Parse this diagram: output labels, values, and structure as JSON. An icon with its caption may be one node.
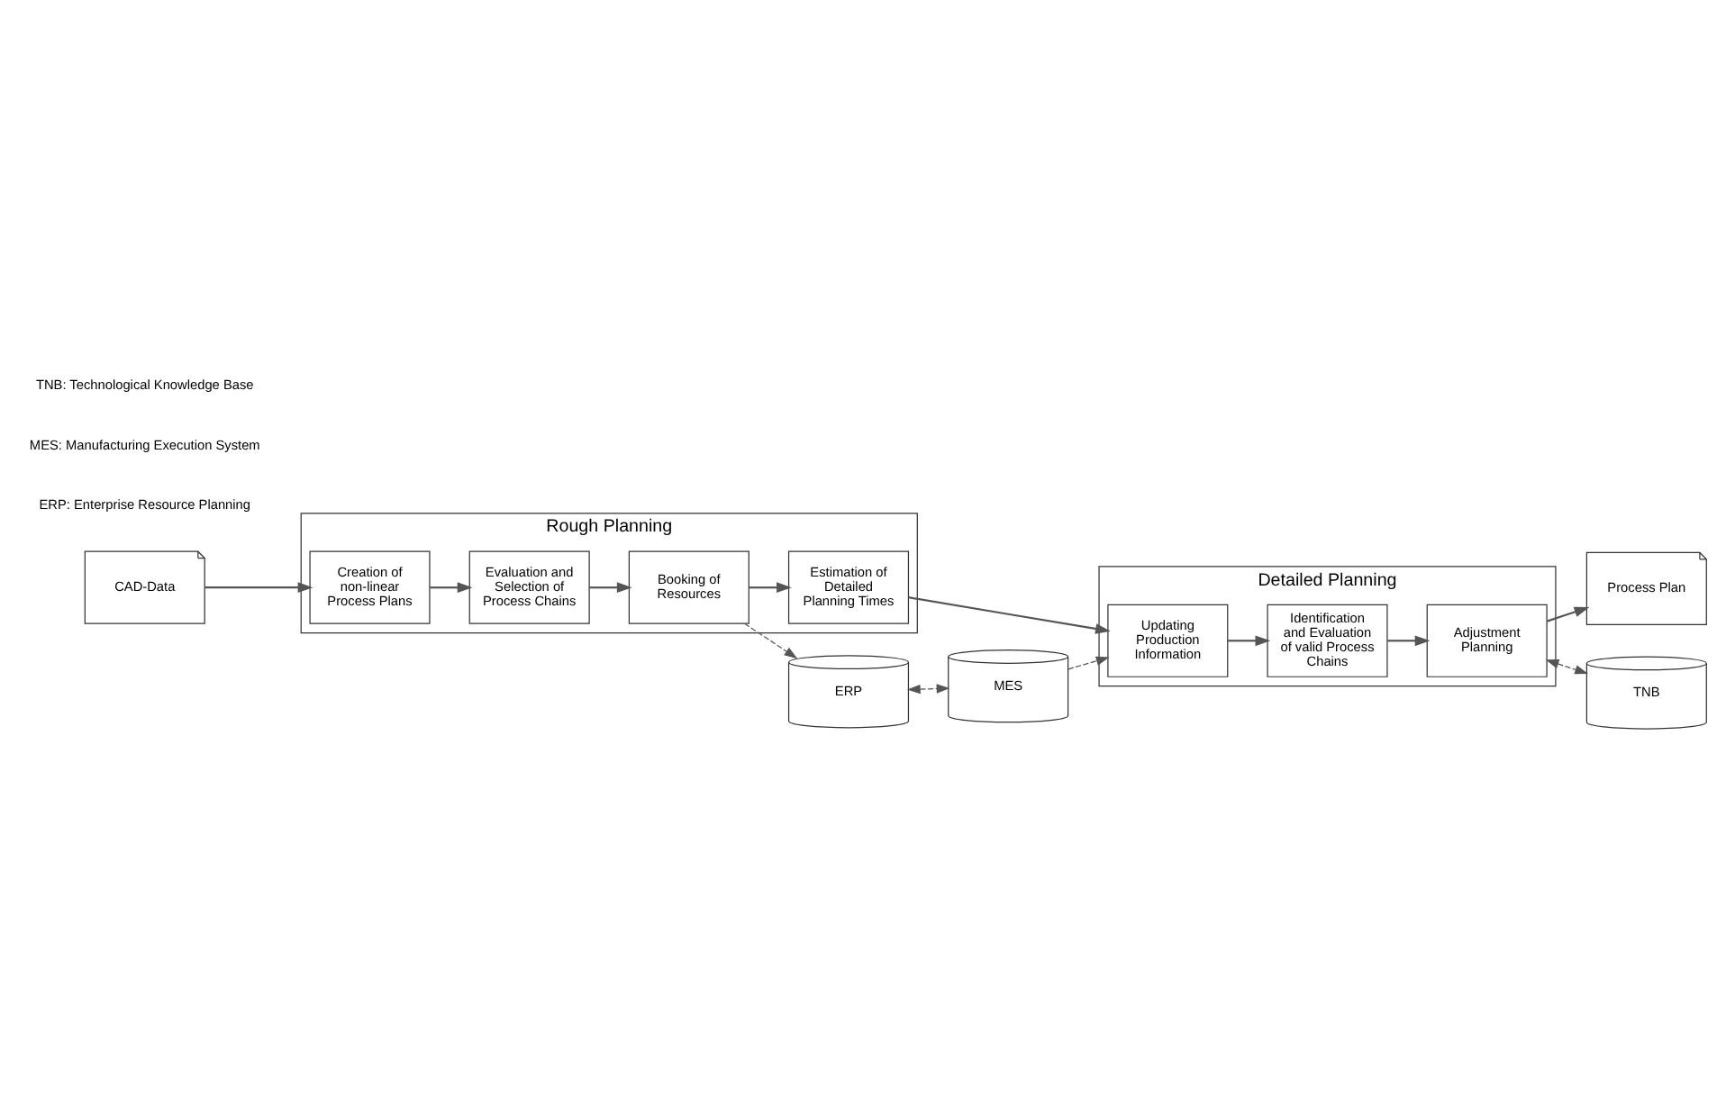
{
  "diagram": {
    "nodes": [
      {
        "text": [
          "CAD-Data"
        ]
      },
      {
        "text": [
          "Rough Planning"
        ]
      },
      {
        "text": [
          "Creation of non-linear Process Plans"
        ],
        "in": 1
      },
      {
        "text": [
          "Evaluation and Selection of Process Chains"
        ],
        "in": 1
      },
      {
        "text": [
          "Booking of Resources"
        ],
        "in": 1
      },
      {
        "text": [
          "Estimation of Detailed Planning Times"
        ],
        "in": 1
      },
      {
        "text": [
          "Detailed Planning"
        ]
      },
      {
        "text": [
          "Identification and Evaluation of valid Process Chains"
        ],
        "in": 6
      },
      {
        "text": [
          "Updating Production Information"
        ],
        "in": 6
      },
      {
        "text": [
          "Adjustment Planning"
        ],
        "in": 6
      },
      {
        "text": [
          "Process Plan"
        ]
      },
      {
        "text": [
          "ERP"
        ]
      },
      {
        "text": [
          "MES"
        ]
      },
      {
        "text": [
          "TNB"
        ]
      }
    ],
    "edges": [
      {
        "from": 0,
        "to": 2,
        "arrow": "to"
      },
      {
        "from": 2,
        "to": 3,
        "arrow": "to"
      },
      {
        "from": 3,
        "to": 4,
        "arrow": "to"
      },
      {
        "from": 4,
        "to": 5,
        "arrow": "to"
      },
      {
        "from": 5,
        "to": 8,
        "arrow": "to"
      },
      {
        "from": 8,
        "to": 7,
        "arrow": "to"
      },
      {
        "from": 7,
        "to": 9,
        "arrow": "to"
      },
      {
        "from": 9,
        "to": 10,
        "arrow": "to"
      },
      {
        "from": 4,
        "to": 11,
        "arrow": "to",
        "style": "dashed"
      },
      {
        "from": 11,
        "to": 12,
        "arrow": "both",
        "style": "dashed"
      },
      {
        "from": 12,
        "to": 8,
        "arrow": "to",
        "style": "dashed"
      },
      {
        "from": 9,
        "to": 13,
        "arrow": "both",
        "style": "dashed"
      }
    ],
    "labels": [
      "ERP: Enterprise Resource Planning",
      "MES: Manufacturing Execution System",
      "TNB: Technological Knowledge Base"
    ]
  }
}
